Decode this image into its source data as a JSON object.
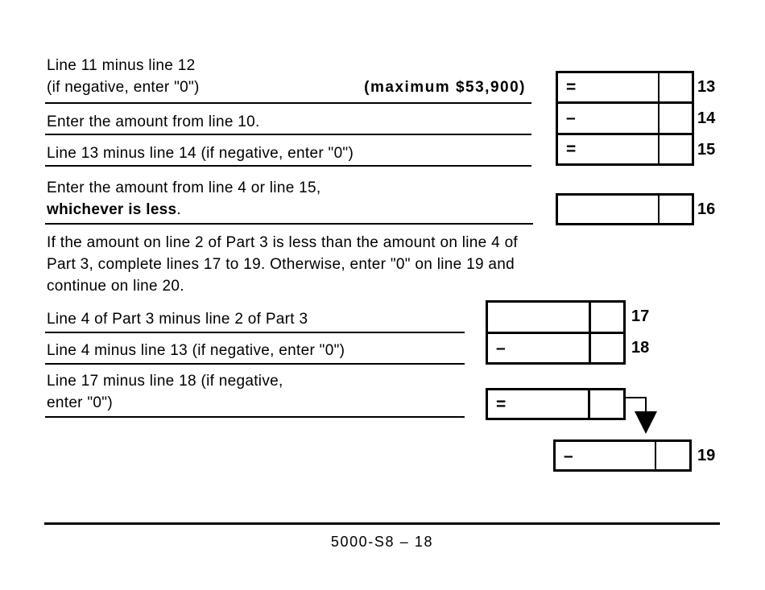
{
  "colors": {
    "ink": "#000000",
    "paper": "#ffffff"
  },
  "form": {
    "row13": {
      "label_line1": "Line 11 minus line 12",
      "label_line2": "(if negative, enter \"0\")",
      "max_note": "(maximum $53,900)",
      "operator": "=",
      "line_number": "13"
    },
    "row14": {
      "label": "Enter the amount from line 10.",
      "operator": "–",
      "line_number": "14"
    },
    "row15": {
      "label": "Line 13 minus line 14 (if negative, enter \"0\")",
      "operator": "=",
      "line_number": "15"
    },
    "row16": {
      "label_line1": "Enter the amount from line 4 or line 15,",
      "label_bold": "whichever is less",
      "label_suffix": ".",
      "line_number": "16"
    },
    "instruction_paragraph": {
      "line1": "If the amount on line 2 of Part 3 is less than the amount on line 4 of",
      "line2": "Part 3, complete lines 17 to 19. Otherwise, enter \"0\" on line 19 and",
      "line3": "continue on line 20."
    },
    "row17": {
      "label": "Line 4 of Part 3 minus line 2 of Part 3",
      "line_number": "17"
    },
    "row18": {
      "label": "Line 4 minus line 13 (if negative, enter \"0\")",
      "operator": "–",
      "line_number": "18"
    },
    "row19": {
      "label_line1": "Line 17 minus line 18 (if negative,",
      "label_line2": "enter \"0\")",
      "result_operator": "=",
      "operator": "–",
      "line_number": "19"
    }
  },
  "footer": {
    "page_code": "5000-S8 – 18"
  }
}
